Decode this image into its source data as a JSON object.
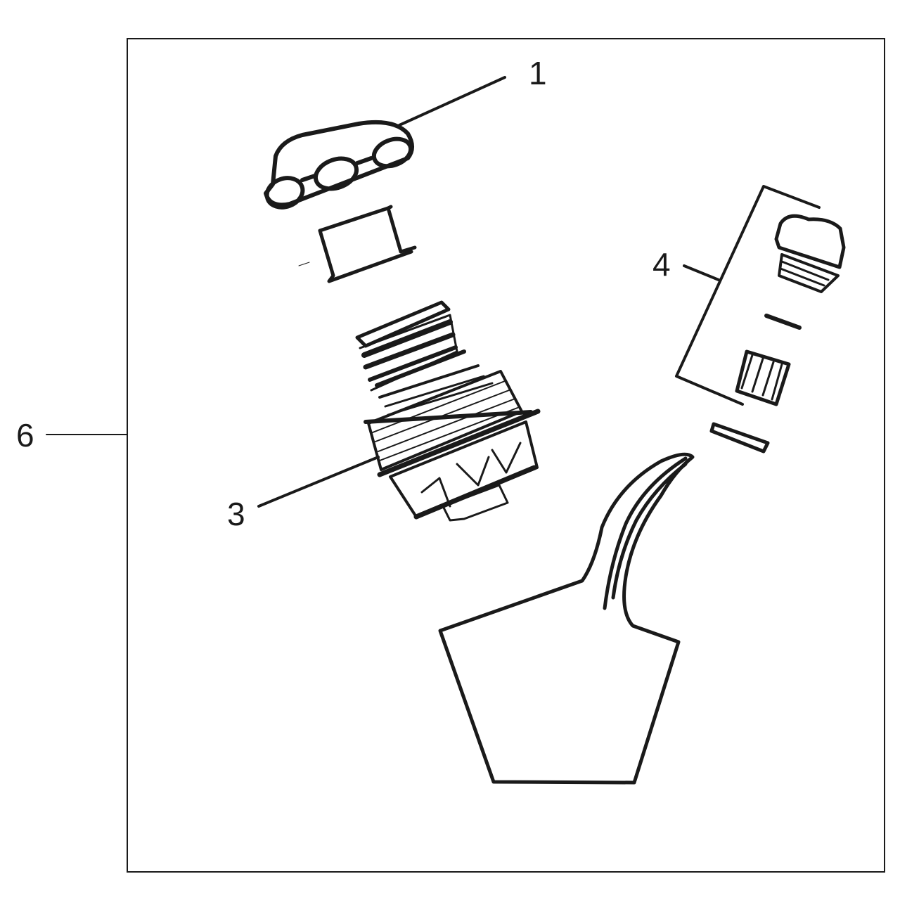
{
  "callouts": {
    "part1": "1",
    "part3": "3",
    "part4": "4",
    "part6": "6"
  },
  "colors": {
    "ink": "#1a1a1a",
    "background": "#ffffff"
  }
}
